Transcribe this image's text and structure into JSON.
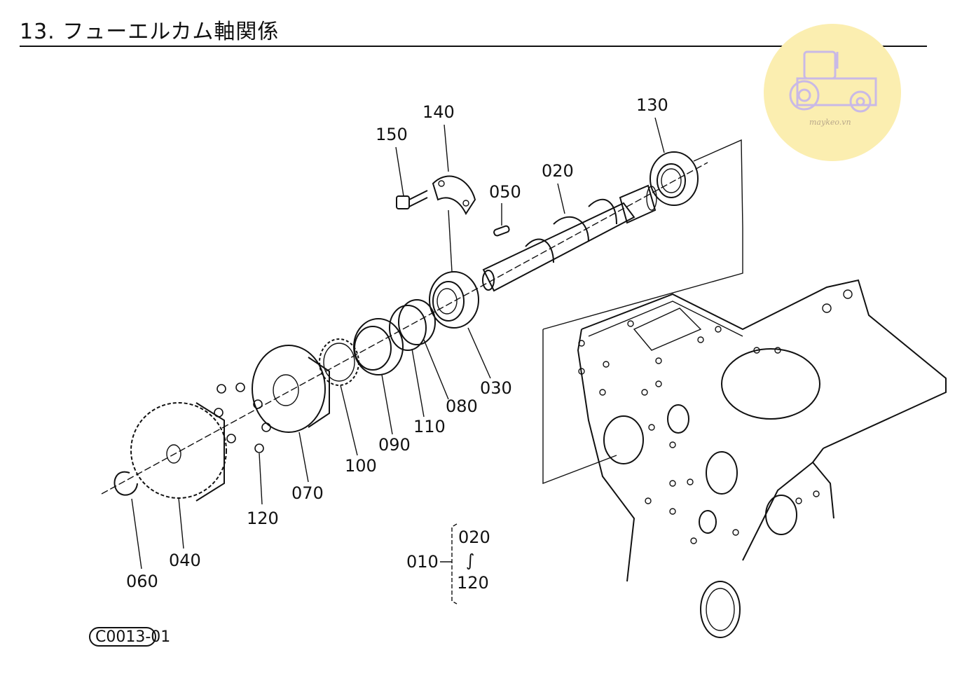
{
  "header": {
    "title": "13. フューエルカム軸関係"
  },
  "parts": [
    {
      "id": "p130",
      "code": "130"
    },
    {
      "id": "p140",
      "code": "140"
    },
    {
      "id": "p150",
      "code": "150"
    },
    {
      "id": "p020",
      "code": "020"
    },
    {
      "id": "p050",
      "code": "050"
    },
    {
      "id": "p030",
      "code": "030"
    },
    {
      "id": "p080",
      "code": "080"
    },
    {
      "id": "p110",
      "code": "110"
    },
    {
      "id": "p090",
      "code": "090"
    },
    {
      "id": "p100",
      "code": "100"
    },
    {
      "id": "p070",
      "code": "070"
    },
    {
      "id": "p120",
      "code": "120"
    },
    {
      "id": "p040",
      "code": "040"
    },
    {
      "id": "p060",
      "code": "060"
    }
  ],
  "assembly": {
    "code": "010",
    "range_start": "020",
    "range_end": "120"
  },
  "figure_id": "C0013-01",
  "watermark": {
    "text": "maykeo.vn",
    "colors": {
      "circle": "#fbeeb0",
      "icon": "#c9b9e6"
    }
  }
}
